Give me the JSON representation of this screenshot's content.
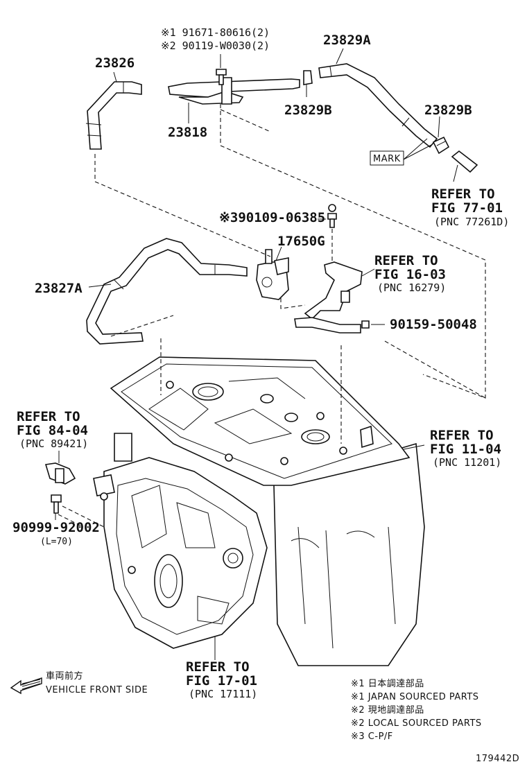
{
  "parts": {
    "p23826": "23826",
    "p23818": "23818",
    "p23829a": "23829A",
    "p23829b_left": "23829B",
    "p23829b_right": "23829B",
    "p17650g": "17650G",
    "p23827a": "23827A",
    "p90159": "90159-50048",
    "p90109": "※390109-06385",
    "p90999": "90999-92002",
    "p90999_len": "(L=70)",
    "mark": "MARK"
  },
  "bolt_notes": {
    "line1": "※1 91671-80616(2)",
    "line2": "※2 90119-W0030(2)"
  },
  "refers": [
    {
      "head": "REFER TO",
      "fig": "FIG 77-01",
      "pnc": "(PNC 77261D)"
    },
    {
      "head": "REFER TO",
      "fig": "FIG 16-03",
      "pnc": "(PNC 16279)"
    },
    {
      "head": "REFER TO",
      "fig": "FIG 84-04",
      "pnc": "(PNC 89421)"
    },
    {
      "head": "REFER TO",
      "fig": "FIG 11-04",
      "pnc": "(PNC 11201)"
    },
    {
      "head": "REFER TO",
      "fig": "FIG 17-01",
      "pnc": "(PNC 17111)"
    }
  ],
  "front": {
    "jp": "車両前方",
    "en": "VEHICLE FRONT SIDE"
  },
  "legend": [
    "※1 日本調達部品",
    "※1 JAPAN SOURCED PARTS",
    "※2 現地調達部品",
    "※2 LOCAL SOURCED PARTS",
    "※3 C-P/F"
  ],
  "diagram_id": "179442D"
}
